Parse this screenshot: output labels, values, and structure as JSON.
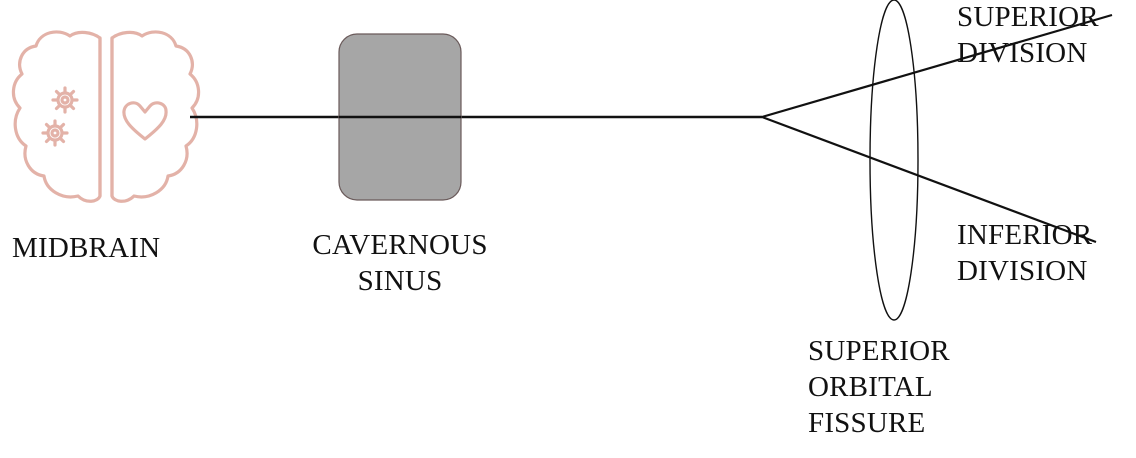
{
  "labels": {
    "midbrain": "MIDBRAIN",
    "cavernous_sinus": [
      "CAVERNOUS",
      "SINUS"
    ],
    "superior_division": [
      "SUPERIOR",
      "DIVISION"
    ],
    "inferior_division": [
      "INFERIOR",
      "DIVISION"
    ],
    "superior_orbital_fissure": [
      "SUPERIOR",
      "ORBITAL",
      "FISSURE"
    ]
  },
  "icons": {
    "brain": "brain-gears-heart-icon"
  },
  "colors": {
    "brain_stroke": "#e3b2a8",
    "sinus_fill": "#a6a6a6",
    "sinus_stroke": "#6a5a5a",
    "line": "#111111"
  }
}
